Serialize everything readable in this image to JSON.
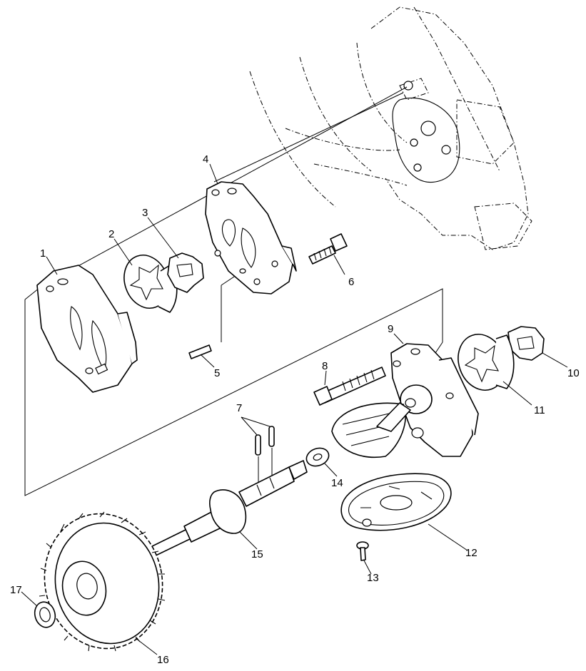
{
  "diagram": {
    "type": "exploded-parts-diagram",
    "callouts": [
      {
        "id": "c1",
        "label": "1"
      },
      {
        "id": "c2",
        "label": "2"
      },
      {
        "id": "c3",
        "label": "3"
      },
      {
        "id": "c4",
        "label": "4"
      },
      {
        "id": "c5",
        "label": "5"
      },
      {
        "id": "c6",
        "label": "6"
      },
      {
        "id": "c7",
        "label": "7"
      },
      {
        "id": "c8",
        "label": "8"
      },
      {
        "id": "c9",
        "label": "9"
      },
      {
        "id": "c10",
        "label": "10"
      },
      {
        "id": "c11",
        "label": "11"
      },
      {
        "id": "c12",
        "label": "12"
      },
      {
        "id": "c13",
        "label": "13"
      },
      {
        "id": "c14",
        "label": "14"
      },
      {
        "id": "c15",
        "label": "15"
      },
      {
        "id": "c16",
        "label": "16"
      },
      {
        "id": "c17",
        "label": "17"
      }
    ]
  },
  "colors": {
    "ink": "#000000",
    "paper": "#ffffff"
  }
}
